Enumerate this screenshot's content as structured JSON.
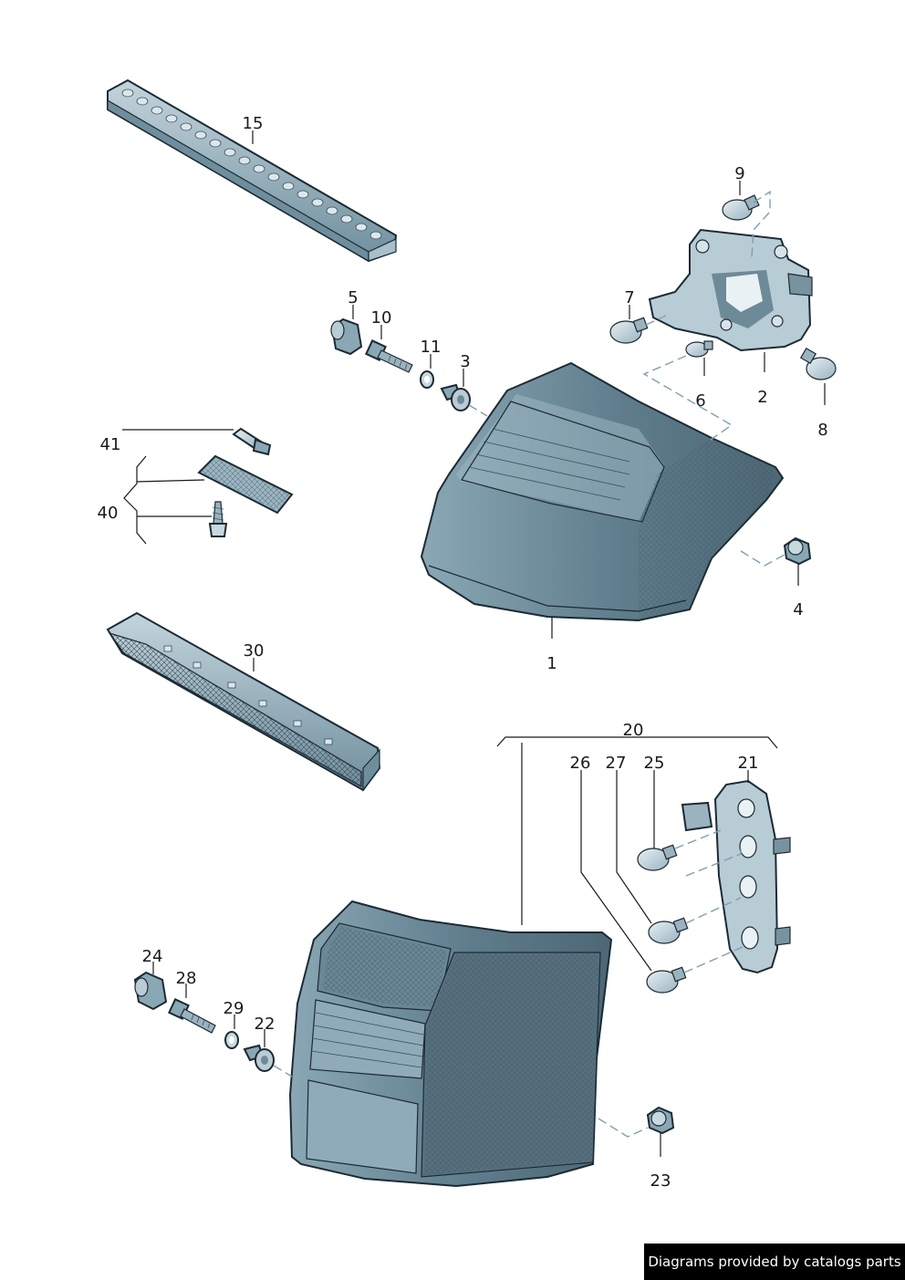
{
  "labels": {
    "p1": "1",
    "p2": "2",
    "p3": "3",
    "p4": "4",
    "p5": "5",
    "p6": "6",
    "p7": "7",
    "p8": "8",
    "p9": "9",
    "p10": "10",
    "p11": "11",
    "p15": "15",
    "p20": "20",
    "p21": "21",
    "p22": "22",
    "p23": "23",
    "p24": "24",
    "p25": "25",
    "p26": "26",
    "p27": "27",
    "p28": "28",
    "p29": "29",
    "p30": "30",
    "p40": "40",
    "p41": "41"
  },
  "footer": {
    "text": "Diagrams provided by catalogs parts"
  },
  "colors": {
    "part_fill": "#7f9fae",
    "part_dark": "#4f6a78",
    "part_light": "#b7ccd6",
    "ink": "#1a1a1a"
  }
}
